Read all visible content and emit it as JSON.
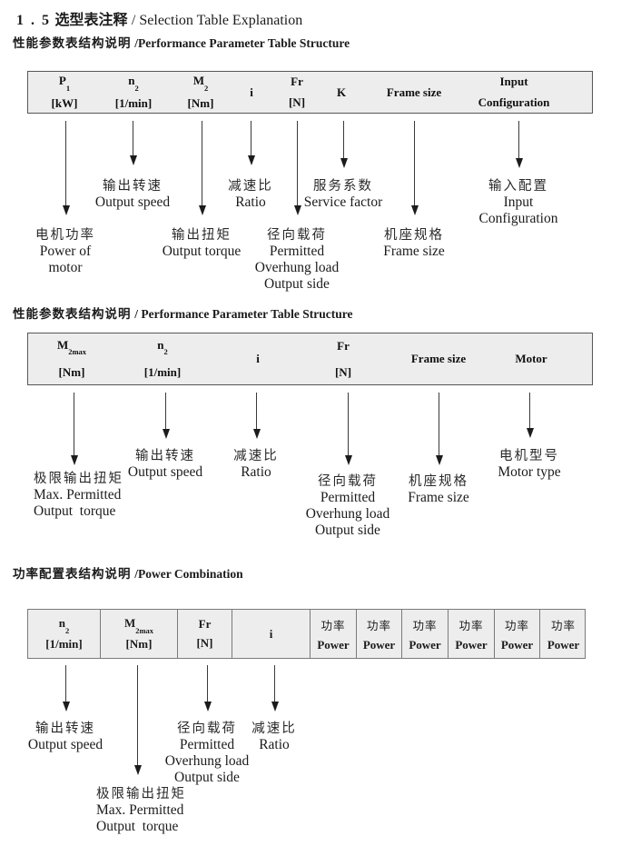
{
  "page": {
    "title_num": "1 . 5",
    "title_cn": "选型表注释",
    "title_en": "/ Selection Table Explanation"
  },
  "sections": [
    {
      "title_cn": "性能参数表结构说明",
      "title_en": "/Performance Parameter Table Structure",
      "columns": [
        {
          "sym": "P",
          "sub": "1",
          "unit": "[kW]"
        },
        {
          "sym": "n",
          "sub": "2",
          "unit": "[1/min]"
        },
        {
          "sym": "M",
          "sub": "2",
          "unit": "[Nm]"
        },
        {
          "sym": "i"
        },
        {
          "sym": "Fr",
          "unit": "[N]"
        },
        {
          "sym": "K"
        },
        {
          "sym": "Frame size"
        },
        {
          "sym": "Input",
          "unit": "Configuration"
        }
      ],
      "labels": [
        {
          "cn": "电机功率",
          "en": [
            "Power of",
            "motor"
          ]
        },
        {
          "cn": "输出转速",
          "en": [
            "Output speed"
          ]
        },
        {
          "cn": "输出扭矩",
          "en": [
            "Output torque"
          ]
        },
        {
          "cn": "减速比",
          "en": [
            "Ratio"
          ]
        },
        {
          "cn": "径向载荷",
          "en": [
            "Permitted",
            "Overhung load",
            "Output side"
          ]
        },
        {
          "cn": "服务系数",
          "en": [
            "Service factor"
          ]
        },
        {
          "cn": "机座规格",
          "en": [
            "Frame size"
          ]
        },
        {
          "cn": "输入配置",
          "en": [
            "Input",
            "Configuration"
          ]
        }
      ]
    },
    {
      "title_cn": "性能参数表结构说明",
      "title_en": "/ Performance Parameter Table Structure",
      "columns": [
        {
          "sym": "M",
          "sub": "2max",
          "unit": "[Nm]"
        },
        {
          "sym": "n",
          "sub": "2",
          "unit": "[1/min]"
        },
        {
          "sym": "i"
        },
        {
          "sym": "Fr",
          "unit": "[N]"
        },
        {
          "sym": "Frame size"
        },
        {
          "sym": "Motor"
        }
      ],
      "labels": [
        {
          "cn": "极限输出扭矩",
          "en": [
            "Max. Permitted",
            "Output  torque"
          ]
        },
        {
          "cn": "输出转速",
          "en": [
            "Output speed"
          ]
        },
        {
          "cn": "减速比",
          "en": [
            "Ratio"
          ]
        },
        {
          "cn": "径向载荷",
          "en": [
            "Permitted",
            "Overhung load",
            "Output side"
          ]
        },
        {
          "cn": "机座规格",
          "en": [
            "Frame size"
          ]
        },
        {
          "cn": "电机型号",
          "en": [
            "Motor type"
          ]
        }
      ]
    },
    {
      "title_cn": "功率配置表结构说明",
      "title_en": "/Power Combination",
      "columns": [
        {
          "sym": "n",
          "sub": "2",
          "unit": "[1/min]"
        },
        {
          "sym": "M",
          "sub": "2max",
          "unit": "[Nm]"
        },
        {
          "sym": "Fr",
          "unit": "[N]"
        },
        {
          "sym": "i"
        }
      ],
      "power_columns": [
        {
          "cn": "功率",
          "en": "Power"
        },
        {
          "cn": "功率",
          "en": "Power"
        },
        {
          "cn": "功率",
          "en": "Power"
        },
        {
          "cn": "功率",
          "en": "Power"
        },
        {
          "cn": "功率",
          "en": "Power"
        },
        {
          "cn": "功率",
          "en": "Power"
        }
      ],
      "labels": [
        {
          "cn": "输出转速",
          "en": [
            "Output speed"
          ]
        },
        {
          "cn": "极限输出扭矩",
          "en": [
            "Max. Permitted",
            "Output  torque"
          ]
        },
        {
          "cn": "径向载荷",
          "en": [
            "Permitted",
            "Overhung load",
            "Output side"
          ]
        },
        {
          "cn": "减速比",
          "en": [
            "Ratio"
          ]
        }
      ]
    }
  ]
}
